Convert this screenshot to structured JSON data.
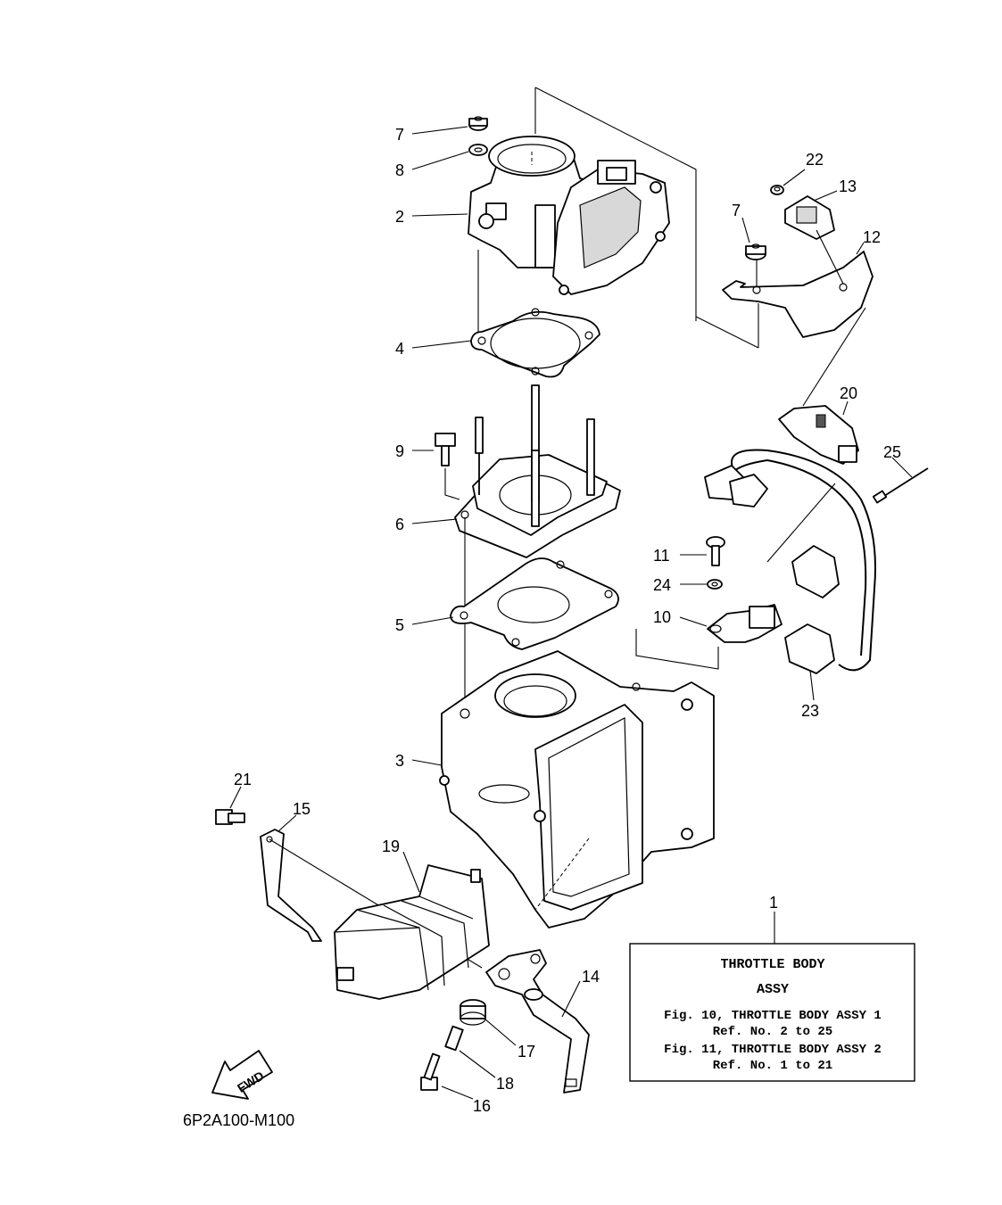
{
  "diagram": {
    "code": "6P2A100-M100",
    "fwd_label": "FWD",
    "callouts": {
      "c1": "1",
      "c2": "2",
      "c3": "3",
      "c4": "4",
      "c5": "5",
      "c6": "6",
      "c7a": "7",
      "c7b": "7",
      "c8": "8",
      "c9": "9",
      "c10": "10",
      "c11": "11",
      "c12": "12",
      "c13": "13",
      "c14": "14",
      "c15": "15",
      "c16": "16",
      "c17": "17",
      "c18": "18",
      "c19": "19",
      "c20": "20",
      "c21": "21",
      "c22": "22",
      "c23": "23",
      "c24": "24",
      "c25": "25"
    },
    "note_box": {
      "title_line1": "THROTTLE BODY",
      "title_line2": "ASSY",
      "line1": "Fig. 10, THROTTLE  BODY ASSY 1",
      "line2": "Ref. No. 2 to 25",
      "line3": "Fig. 11, THROTTLE  BODY ASSY 2",
      "line4": "Ref. No. 1 to 21"
    }
  }
}
